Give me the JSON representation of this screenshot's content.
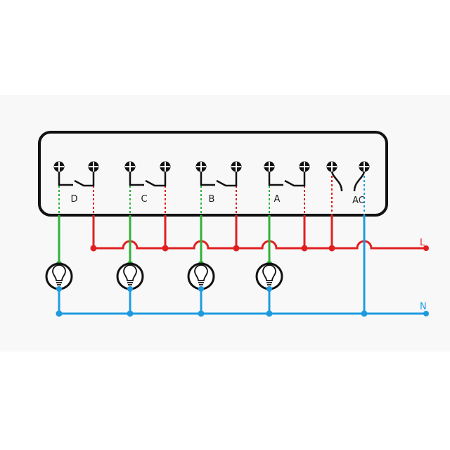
{
  "colors": {
    "line": "#e02020",
    "neutral": "#1e9be0",
    "load": "#2fb23a",
    "outline": "#111111"
  },
  "channels": [
    {
      "label": "D"
    },
    {
      "label": "C"
    },
    {
      "label": "B"
    },
    {
      "label": "A"
    }
  ],
  "power_input": {
    "label": "AC"
  },
  "wires": {
    "line_label": "L",
    "neutral_label": "N"
  },
  "loads": [
    {
      "icon": "lightbulb-icon"
    },
    {
      "icon": "lightbulb-icon"
    },
    {
      "icon": "lightbulb-icon"
    },
    {
      "icon": "lightbulb-icon"
    }
  ]
}
